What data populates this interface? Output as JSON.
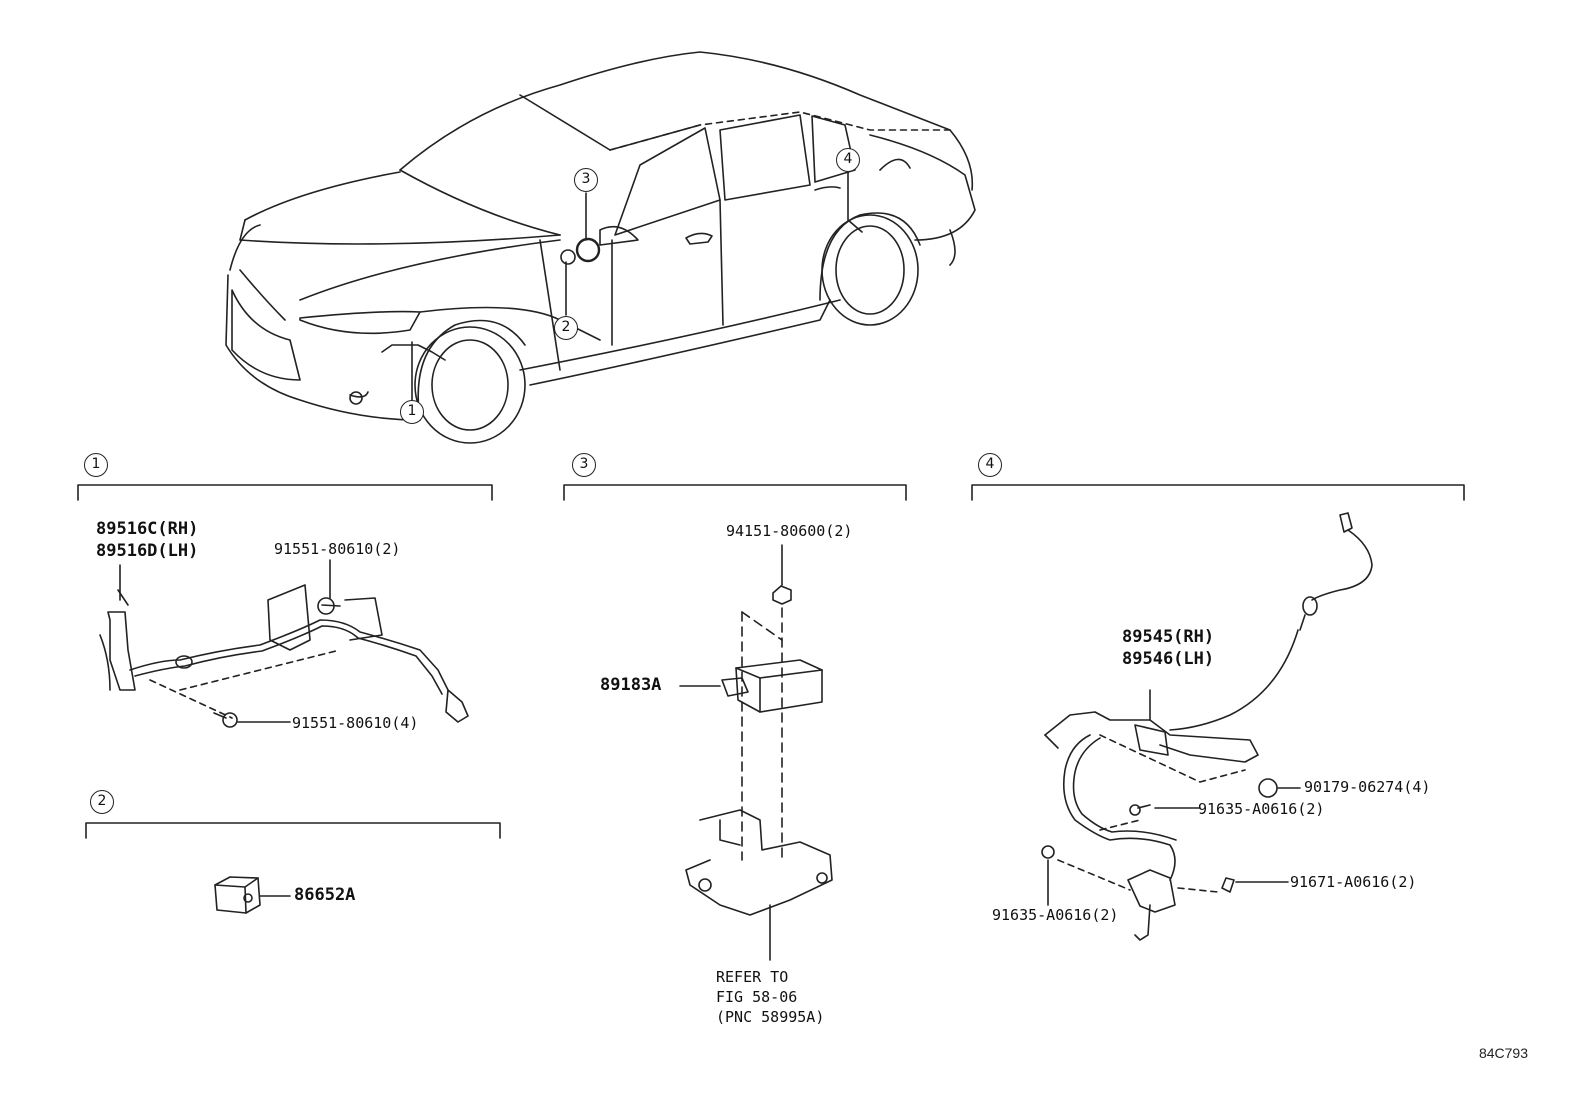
{
  "callouts": {
    "c1": "1",
    "c2": "2",
    "c3": "3",
    "c4": "4"
  },
  "section1": {
    "part_rh": "89516C(RH)",
    "part_lh": "89516D(LH)",
    "bolt_a": "91551-80610(2)",
    "bolt_b": "91551-80610(4)"
  },
  "section2": {
    "part": "86652A"
  },
  "section3": {
    "nut": "94151-80600(2)",
    "sensor": "89183A",
    "refer_line1": "REFER TO",
    "refer_line2": "FIG 58-06",
    "refer_line3": "(PNC 58995A)"
  },
  "section4": {
    "part_rh": "89545(RH)",
    "part_lh": "89546(LH)",
    "clip": "90179-06274(4)",
    "bolt_a": "91635-A0616(2)",
    "bolt_b": "91635-A0616(2)",
    "bolt_c": "91671-A0616(2)"
  },
  "figure_code": "84C793"
}
